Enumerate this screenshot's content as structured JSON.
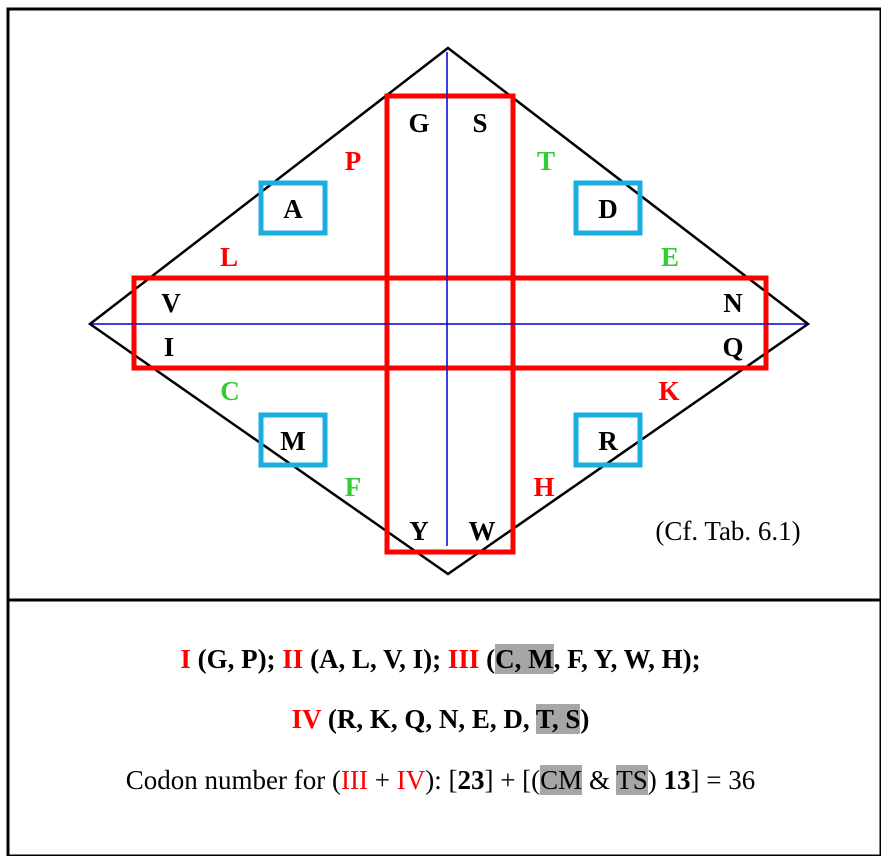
{
  "colors": {
    "frame": "#000000",
    "diamond": "#000000",
    "axis": "#0000cc",
    "band": "#ff0000",
    "corner_box": "#1aaee0",
    "red_text": "#ff0000",
    "green_text": "#33cc33",
    "highlight": "#a6a6a6"
  },
  "diagram": {
    "inner_letters": {
      "top_left": "G",
      "top_right": "S",
      "left_top": "V",
      "left_bottom": "I",
      "right_top": "N",
      "right_bottom": "Q",
      "bottom_left": "Y",
      "bottom_right": "W"
    },
    "boxed_letters": {
      "upper_left": "A",
      "upper_right": "D",
      "lower_left": "M",
      "lower_right": "R"
    },
    "edge_letters": {
      "upper_left_outer": "P",
      "upper_left_inner": "L",
      "upper_right_outer": "T",
      "upper_right_inner": "E",
      "lower_left_inner": "C",
      "lower_left_outer": "F",
      "lower_right_inner": "K",
      "lower_right_outer": "H"
    },
    "note": "(Cf. Tab. 6.1)"
  },
  "caption": {
    "line1": {
      "g1_num": "I",
      "g1_rest": " (G, P);  ",
      "g2_num": "II",
      "g2_rest": " (A, L, V, I);  ",
      "g3_num": "III",
      "g3_open": " (",
      "g3_hl": "C, M",
      "g3_rest": ", F, Y, W, H);"
    },
    "line2": {
      "g4_num": "IV",
      "g4_rest": " (R, K, Q, N, E, D, ",
      "g4_hl": "T, S",
      "g4_close": ")"
    },
    "line3": {
      "prefix": "Codon number for  (",
      "n3": "III",
      "plus": " + ",
      "n4": "IV",
      "mid": "): [",
      "v1": "23",
      "mid2": "] + [(",
      "cm": "CM",
      "amp": " & ",
      "ts": "TS",
      "close": ") ",
      "v2": "13",
      "end": "] = 36"
    }
  }
}
